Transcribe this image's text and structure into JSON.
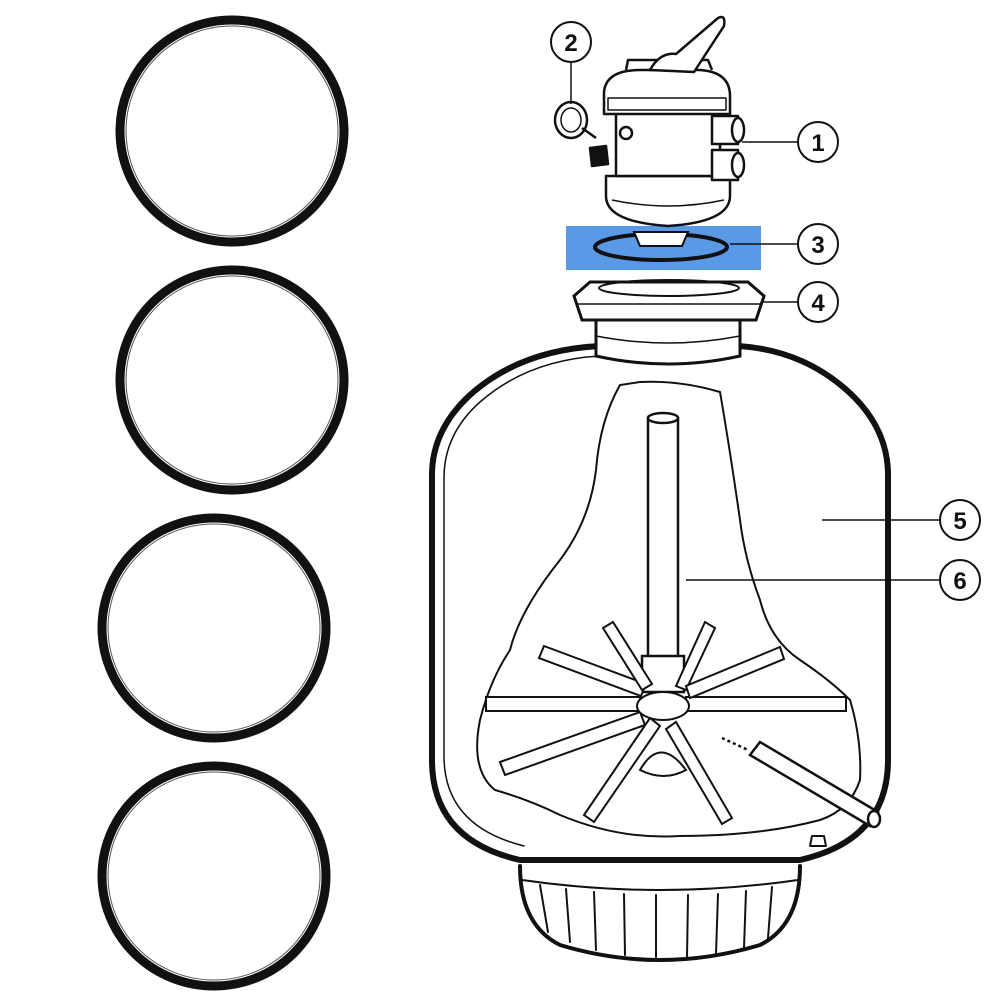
{
  "colors": {
    "line": "#111111",
    "ring": "#111111",
    "highlight": "#2f7fe0",
    "background": "#ffffff"
  },
  "o_rings": {
    "count": 4
  },
  "callouts": [
    {
      "id": "valve",
      "number": "1"
    },
    {
      "id": "pressure-gauge",
      "number": "2"
    },
    {
      "id": "o-ring",
      "number": "3",
      "highlighted": true
    },
    {
      "id": "clamp-ring",
      "number": "4"
    },
    {
      "id": "tank",
      "number": "5"
    },
    {
      "id": "standpipe",
      "number": "6"
    }
  ]
}
